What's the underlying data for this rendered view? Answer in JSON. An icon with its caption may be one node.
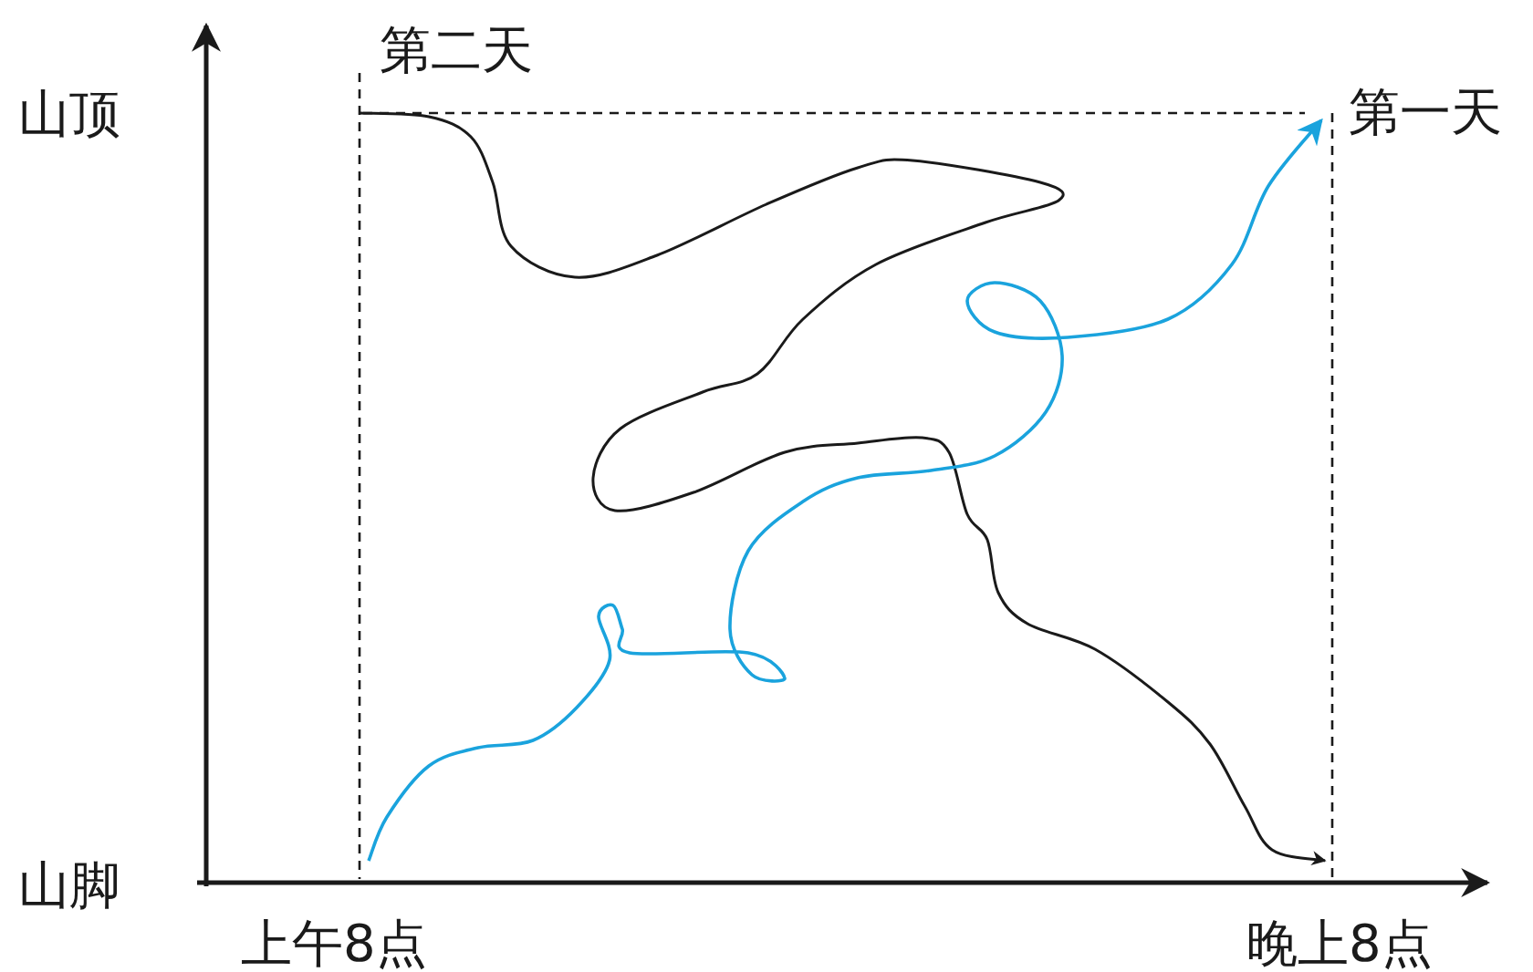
{
  "diagram": {
    "labels": [
      "第二天",
      "山顶",
      "第一天",
      "山脚",
      "上午8点",
      "晚上8点"
    ]
  }
}
